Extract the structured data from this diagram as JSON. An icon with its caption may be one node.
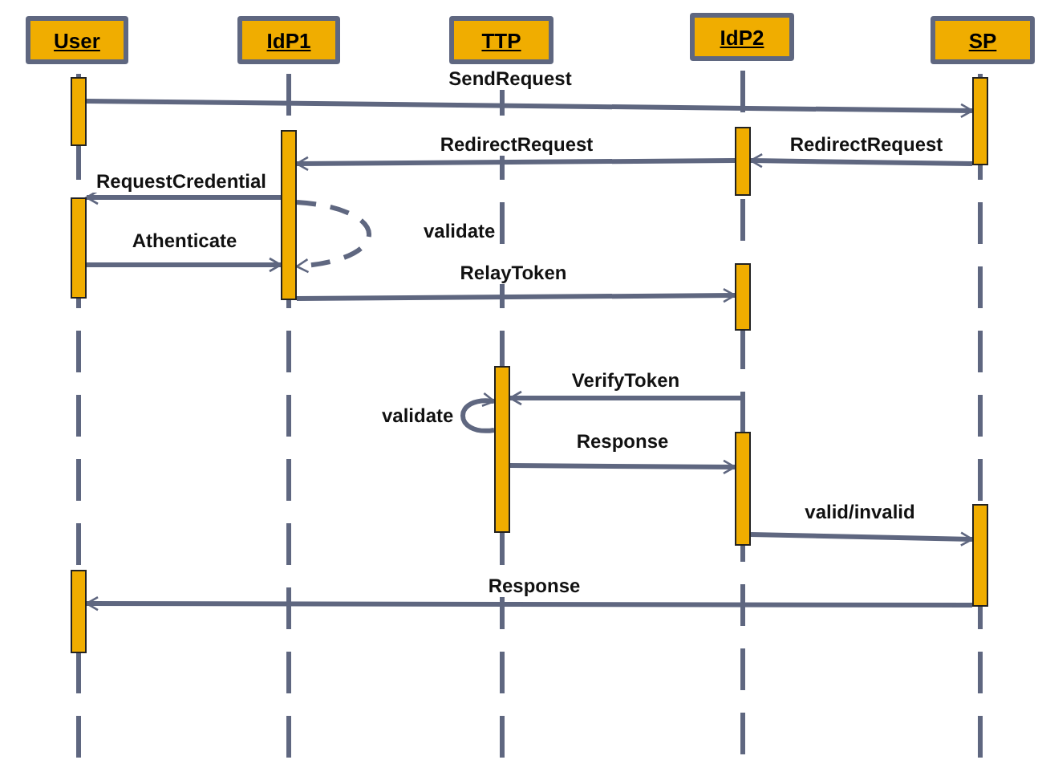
{
  "diagram": {
    "nodes": [
      {
        "text": [
          "User"
        ]
      },
      {
        "text": [
          "IdP1"
        ]
      },
      {
        "text": [
          "TTP"
        ]
      },
      {
        "text": [
          "IdP2"
        ]
      },
      {
        "text": [
          "SP"
        ]
      },
      {
        "text": [],
        "shape": "bar"
      },
      {
        "text": [],
        "shape": "bar"
      },
      {
        "text": [],
        "shape": "bar"
      },
      {
        "text": [],
        "shape": "bar"
      },
      {
        "text": [],
        "shape": "bar"
      },
      {
        "text": [],
        "shape": "bar"
      },
      {
        "text": [],
        "shape": "bar"
      },
      {
        "text": [],
        "shape": "bar"
      },
      {
        "text": [],
        "shape": "bar"
      },
      {
        "text": [],
        "shape": "bar"
      }
    ],
    "edges": [
      {
        "from": 5,
        "to": 13,
        "arrow": "to",
        "label": "SendRequest"
      },
      {
        "from": 13,
        "to": 10,
        "arrow": "to",
        "label": "RedirectRequest"
      },
      {
        "from": 10,
        "to": 8,
        "arrow": "to",
        "label": "RedirectRequest"
      },
      {
        "from": 8,
        "to": 6,
        "arrow": "to",
        "label": "RequestCredential"
      },
      {
        "from": 6,
        "to": 8,
        "arrow": "to",
        "label": "Athenticate"
      },
      {
        "from": 8,
        "to": 8,
        "arrow": "to",
        "label": "validate",
        "style": "dashed"
      },
      {
        "from": 8,
        "to": 11,
        "arrow": "to",
        "label": "RelayToken"
      },
      {
        "from": null,
        "to": 9,
        "arrow": "to",
        "label": "VerifyToken"
      },
      {
        "from": 9,
        "to": 9,
        "arrow": "to",
        "label": "validate"
      },
      {
        "from": 9,
        "to": 12,
        "arrow": "to",
        "label": "Response"
      },
      {
        "from": 12,
        "to": 14,
        "arrow": "to",
        "label": "valid/invalid"
      },
      {
        "from": 14,
        "to": 7,
        "arrow": "to",
        "label": "Response"
      }
    ]
  }
}
